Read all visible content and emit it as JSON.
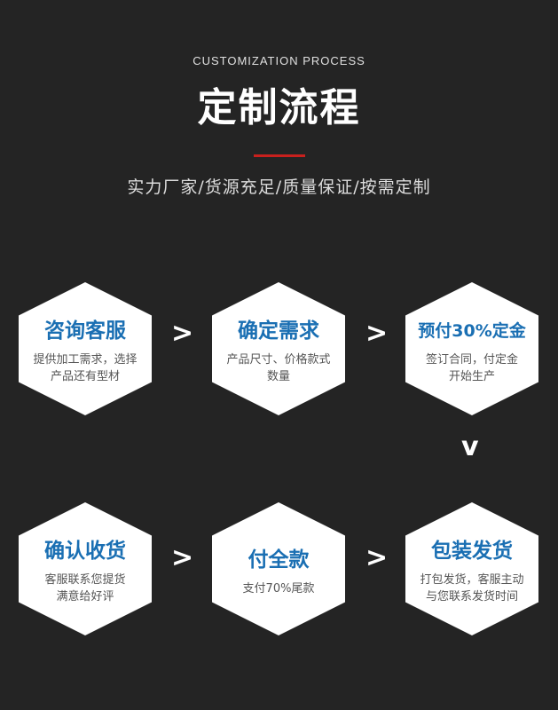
{
  "header": {
    "subtitle_en": "CUSTOMIZATION PROCESS",
    "title": "定制流程",
    "tagline": "实力厂家/货源充足/质量保证/按需定制"
  },
  "colors": {
    "accent_line": "#c8201d",
    "step_title": "#1a6fb3",
    "background": "#242424"
  },
  "steps": [
    {
      "title": "咨询客服",
      "desc": [
        "提供加工需求，选择",
        "产品还有型材"
      ]
    },
    {
      "title": "确定需求",
      "desc": [
        "产品尺寸、价格款式",
        "数量"
      ]
    },
    {
      "title": "预付30%定金",
      "desc": [
        "签订合同，付定金",
        "开始生产"
      ]
    },
    {
      "title": "确认收货",
      "desc": [
        "客服联系您提货",
        "满意给好评"
      ]
    },
    {
      "title": "付全款",
      "desc": [
        "支付70%尾款"
      ]
    },
    {
      "title": "包装发货",
      "desc": [
        "打包发货，客服主动",
        "与您联系发货时间"
      ]
    }
  ],
  "arrows": {
    "right": ">",
    "down": "v"
  }
}
